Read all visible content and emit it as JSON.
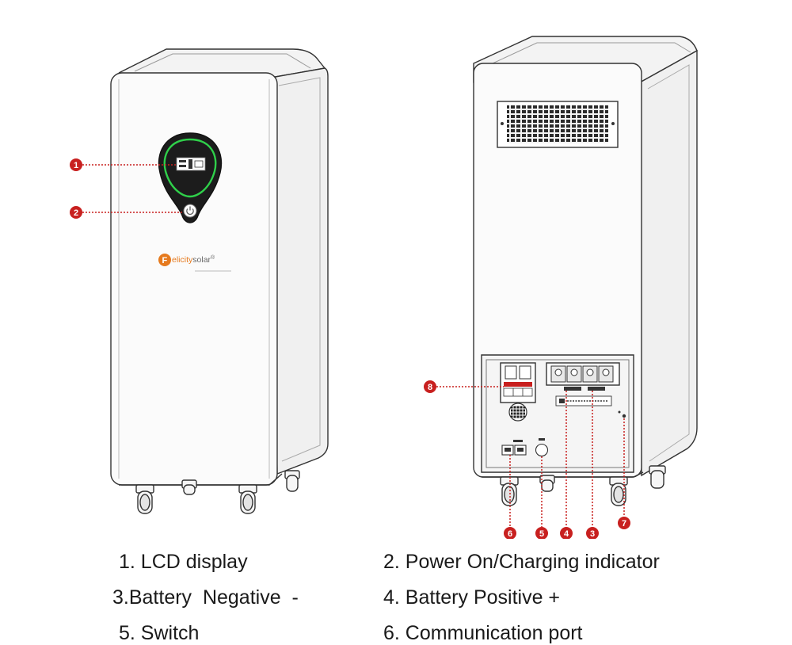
{
  "brand": {
    "initial": "F",
    "name_part1": "elicity",
    "name_part2": "solar",
    "registered": "®"
  },
  "callouts": [
    "1",
    "2",
    "3",
    "4",
    "5",
    "6",
    "7",
    "8"
  ],
  "legend": [
    "1. LCD display",
    "2. Power On/Charging indicator",
    "3.Battery  Negative  -",
    "4. Battery Positive +",
    "5. Switch",
    "6. Communication port"
  ],
  "colors": {
    "callout_red": "#c8201f",
    "lcd_green": "#2fd04a",
    "brand_orange": "#e67a1e",
    "outline": "#333333"
  }
}
